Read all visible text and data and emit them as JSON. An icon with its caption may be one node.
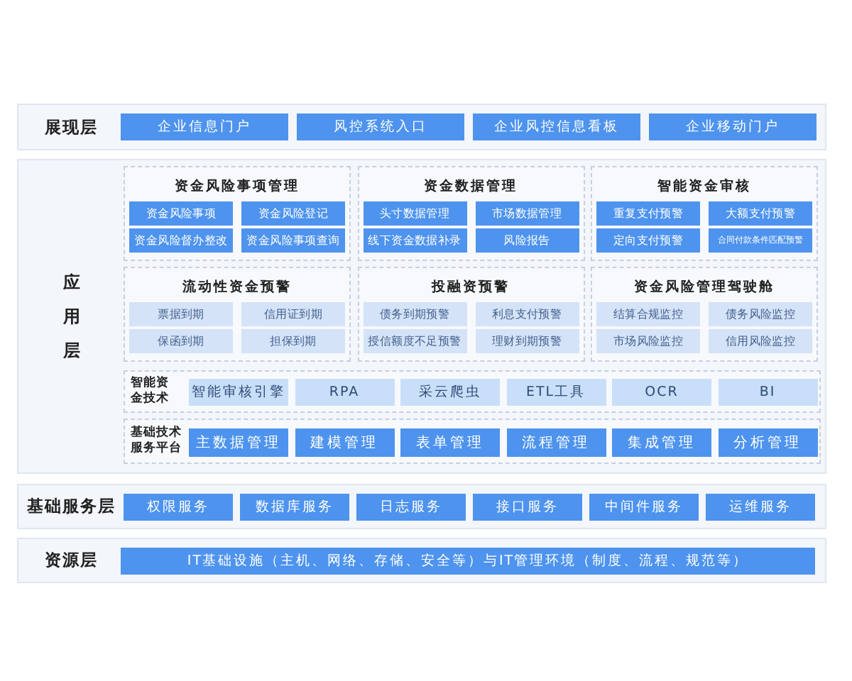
{
  "diagram": {
    "nodes": [
      {
        "text": [
          "展现层"
        ]
      },
      {
        "text": [
          "企业信息门户"
        ],
        "in": 0
      },
      {
        "text": [
          "风控系统入口"
        ],
        "in": 0
      },
      {
        "text": [
          "企业风控信息看板"
        ],
        "in": 0
      },
      {
        "text": [
          "企业移动门户"
        ],
        "in": 0
      },
      {
        "text": [
          "应用层"
        ]
      },
      {
        "text": [
          "资金风险事项管理"
        ],
        "in": 5
      },
      {
        "text": [
          "资金风险事项"
        ],
        "in": 6
      },
      {
        "text": [
          "资金风险登记"
        ],
        "in": 6
      },
      {
        "text": [
          "资金风险督办整改"
        ],
        "in": 6
      },
      {
        "text": [
          "资金风险事项查询"
        ],
        "in": 6
      },
      {
        "text": [
          "资金数据管理"
        ],
        "in": 5
      },
      {
        "text": [
          "头寸数据管理"
        ],
        "in": 11
      },
      {
        "text": [
          "市场数据管理"
        ],
        "in": 11
      },
      {
        "text": [
          "线下资金数据补录"
        ],
        "in": 11
      },
      {
        "text": [
          "风险报告"
        ],
        "in": 11
      },
      {
        "text": [
          "智能资金审核"
        ],
        "in": 5
      },
      {
        "text": [
          "重复支付预警"
        ],
        "in": 16
      },
      {
        "text": [
          "大额支付预警"
        ],
        "in": 16
      },
      {
        "text": [
          "定向支付预警"
        ],
        "in": 16
      },
      {
        "text": [
          "合同付款条件匹配预警"
        ],
        "in": 16
      },
      {
        "text": [
          "流动性资金预警"
        ],
        "in": 5
      },
      {
        "text": [
          "票据到期"
        ],
        "in": 21
      },
      {
        "text": [
          "信用证到期"
        ],
        "in": 21
      },
      {
        "text": [
          "保函到期"
        ],
        "in": 21
      },
      {
        "text": [
          "担保到期"
        ],
        "in": 21
      },
      {
        "text": [
          "投融资预警"
        ],
        "in": 5
      },
      {
        "text": [
          "债务到期预警"
        ],
        "in": 26
      },
      {
        "text": [
          "利息支付预警"
        ],
        "in": 26
      },
      {
        "text": [
          "授信额度不足预警"
        ],
        "in": 26
      },
      {
        "text": [
          "理财到期预警"
        ],
        "in": 26
      },
      {
        "text": [
          "资金风险管理驾驶舱"
        ],
        "in": 5
      },
      {
        "text": [
          "结算合规监控"
        ],
        "in": 31
      },
      {
        "text": [
          "债务风险监控"
        ],
        "in": 31
      },
      {
        "text": [
          "市场风险监控"
        ],
        "in": 31
      },
      {
        "text": [
          "信用风险监控"
        ],
        "in": 31
      },
      {
        "text": [
          "智能资金技术"
        ],
        "in": 5
      },
      {
        "text": [
          "智能审核引擎"
        ],
        "in": 36
      },
      {
        "text": [
          "RPA"
        ],
        "in": 36
      },
      {
        "text": [
          "采云爬虫"
        ],
        "in": 36
      },
      {
        "text": [
          "ETL工具"
        ],
        "in": 36
      },
      {
        "text": [
          "OCR"
        ],
        "in": 36
      },
      {
        "text": [
          "BI"
        ],
        "in": 36
      },
      {
        "text": [
          "基础技术服务平台"
        ],
        "in": 5
      },
      {
        "text": [
          "主数据管理"
        ],
        "in": 43
      },
      {
        "text": [
          "建模管理"
        ],
        "in": 43
      },
      {
        "text": [
          "表单管理"
        ],
        "in": 43
      },
      {
        "text": [
          "流程管理"
        ],
        "in": 43
      },
      {
        "text": [
          "集成管理"
        ],
        "in": 43
      },
      {
        "text": [
          "分析管理"
        ],
        "in": 43
      },
      {
        "text": [
          "基础服务层"
        ]
      },
      {
        "text": [
          "权限服务"
        ],
        "in": 50
      },
      {
        "text": [
          "数据库服务"
        ],
        "in": 50
      },
      {
        "text": [
          "日志服务"
        ],
        "in": 50
      },
      {
        "text": [
          "接口服务"
        ],
        "in": 50
      },
      {
        "text": [
          "中间件服务"
        ],
        "in": 50
      },
      {
        "text": [
          "运维服务"
        ],
        "in": 50
      },
      {
        "text": [
          "资源层"
        ]
      },
      {
        "text": [
          "IT基础设施（主机、网络、存储、安全等）与IT管理环境（制度、流程、规范等）"
        ],
        "in": 57
      }
    ]
  }
}
